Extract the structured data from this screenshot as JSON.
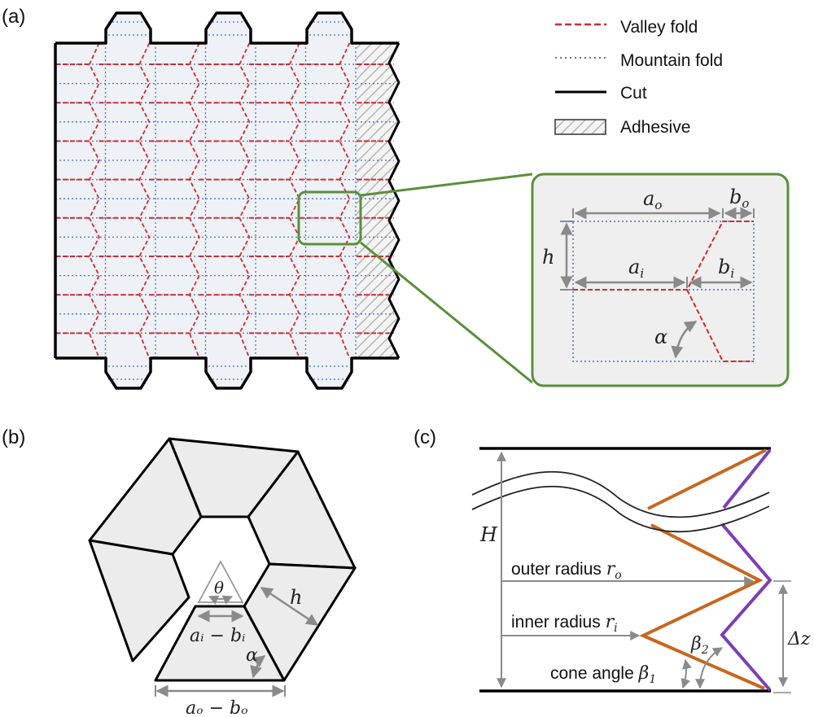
{
  "panels": {
    "a": {
      "label": "(a)"
    },
    "b": {
      "label": "(b)"
    },
    "c": {
      "label": "(c)"
    }
  },
  "legend": [
    {
      "key": "valley",
      "label": "Valley fold",
      "style": "dashed",
      "color": "#d42a2a"
    },
    {
      "key": "mountain",
      "label": "Mountain fold",
      "style": "dotted",
      "color": "#4a6fc9"
    },
    {
      "key": "cut",
      "label": "Cut",
      "style": "solid",
      "color": "#000000"
    },
    {
      "key": "adhesive",
      "label": "Adhesive",
      "style": "hatched",
      "color": "#999999"
    }
  ],
  "crease_pattern": {
    "columns": 6,
    "valley_rows": 8,
    "mountain_rows": 7,
    "tabs": 3
  },
  "inset": {
    "a_o": "a",
    "a_o_sub": "o",
    "b_o": "b",
    "b_o_sub": "o",
    "a_i": "a",
    "a_i_sub": "i",
    "b_i": "b",
    "b_i_sub": "i",
    "h": "h",
    "alpha": "α"
  },
  "panel_b": {
    "theta": "θ",
    "h": "h",
    "alpha": "α",
    "ai_bi": "aᵢ − bᵢ",
    "ao_bo": "aₒ − bₒ"
  },
  "panel_c": {
    "H": "H",
    "outer_radius": "outer radius",
    "outer_sym": "r",
    "outer_sub": "o",
    "inner_radius": "inner radius",
    "inner_sym": "r",
    "inner_sub": "i",
    "cone_angle": "cone angle",
    "beta1": "β",
    "beta1_sub": "1",
    "beta2": "β",
    "beta2_sub": "2",
    "dz": "Δz"
  },
  "colors": {
    "valley": "#d42a2a",
    "mountain": "#4a6fc9",
    "inset_border": "#5a8f3a",
    "orange": "#c8661e",
    "purple": "#7b3fb5",
    "gray_arrow": "#8a8a8a",
    "panel_fill": "#ececec"
  }
}
